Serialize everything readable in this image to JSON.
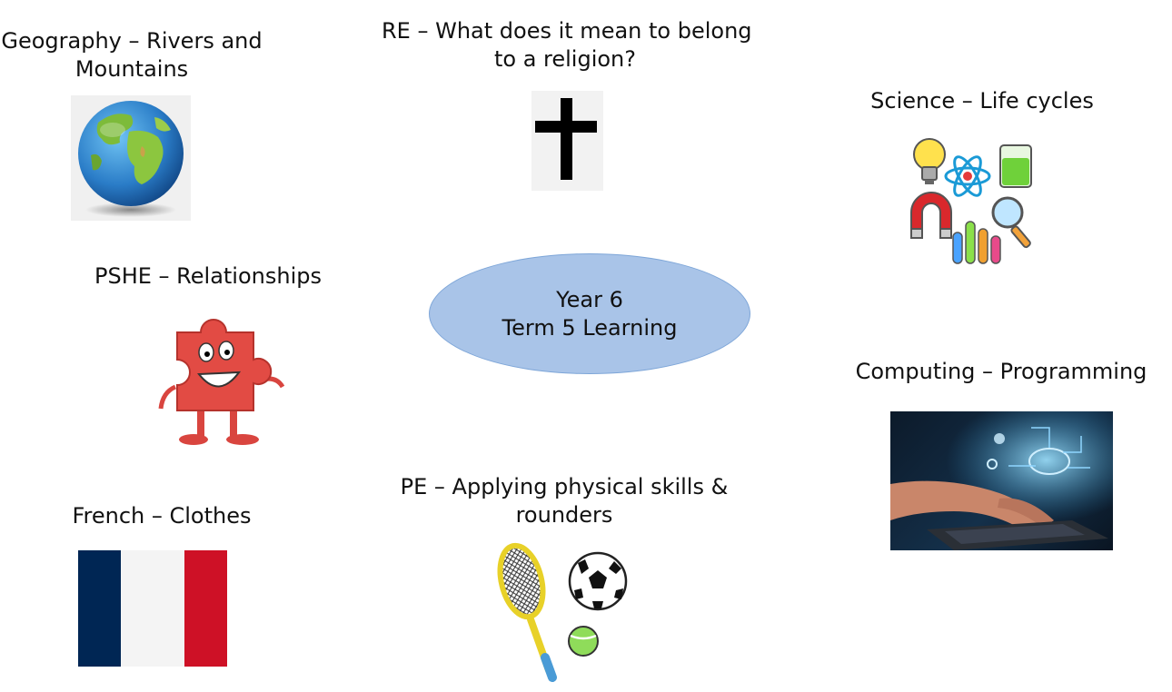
{
  "center": {
    "line1": "Year 6",
    "line2": "Term 5 Learning"
  },
  "topics": {
    "geography": {
      "line1": "Geography – Rivers and",
      "line2": "Mountains",
      "icon": "globe-icon"
    },
    "re": {
      "line1": "RE – What does it mean to belong",
      "line2": "to a religion?",
      "icon": "cross-icon"
    },
    "science": {
      "line1": "Science – Life cycles",
      "icon": "science-icons"
    },
    "pshe": {
      "line1": "PSHE – Relationships",
      "icon": "puzzle-character-icon"
    },
    "computing": {
      "line1": "Computing – Programming",
      "icon": "laptop-photo"
    },
    "french": {
      "line1": "French – Clothes",
      "icon": "french-flag-icon"
    },
    "pe": {
      "line1": "PE  – Applying physical skills &",
      "line2": "rounders",
      "icon": "sports-equipment-icon"
    }
  },
  "colors": {
    "oval_fill": "#a9c4e8",
    "flag_blue": "#002654",
    "flag_white": "#f4f4f4",
    "flag_red": "#ce1126"
  }
}
